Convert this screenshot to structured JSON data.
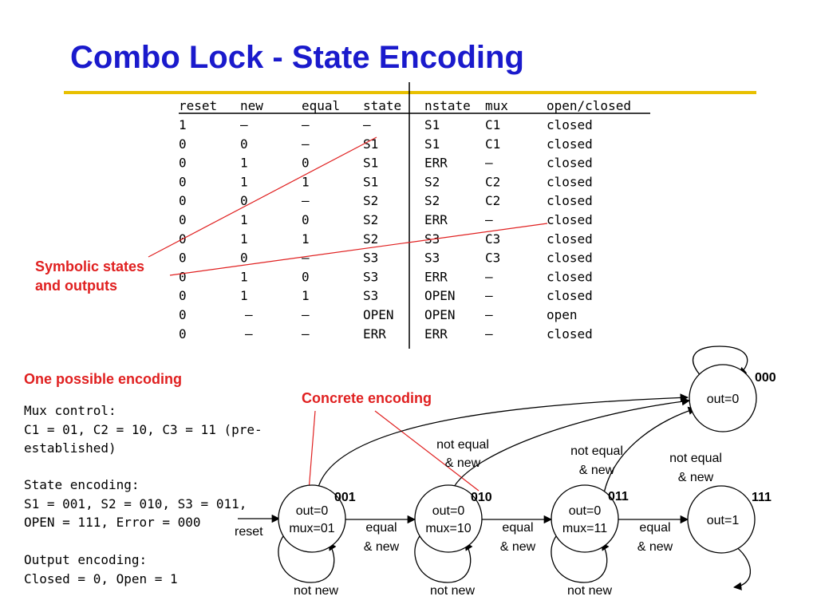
{
  "slide": {
    "title": "Combo Lock -  State Encoding"
  },
  "table": {
    "headers": [
      "reset",
      "new",
      "equal",
      "state",
      "nstate",
      "mux",
      "open/closed"
    ],
    "rows": [
      [
        "1",
        "–",
        "–",
        "–",
        "S1",
        "C1",
        "closed"
      ],
      [
        "0",
        "0",
        "–",
        "S1",
        "S1",
        "C1",
        "closed"
      ],
      [
        "0",
        "1",
        "0",
        "S1",
        "ERR",
        "–",
        "closed"
      ],
      [
        "0",
        "1",
        "1",
        "S1",
        "S2",
        "C2",
        "closed"
      ],
      [
        "0",
        "0",
        "–",
        "S2",
        "S2",
        "C2",
        "closed"
      ],
      [
        "0",
        "1",
        "0",
        "S2",
        "ERR",
        "–",
        "closed"
      ],
      [
        "0",
        "1",
        "1",
        "S2",
        "S3",
        "C3",
        "closed"
      ],
      [
        "0",
        "0",
        "–",
        "S3",
        "S3",
        "C3",
        "closed"
      ],
      [
        "0",
        "1",
        "0",
        "S3",
        "ERR",
        "–",
        "closed"
      ],
      [
        "0",
        "1",
        "1",
        "S3",
        "OPEN",
        "–",
        "closed"
      ],
      [
        "0",
        "–",
        "–",
        "OPEN",
        "OPEN",
        "–",
        "open"
      ],
      [
        "0",
        "–",
        "–",
        "ERR",
        "ERR",
        "–",
        "closed"
      ]
    ]
  },
  "annotations": {
    "symbolic_line1": "Symbolic states",
    "symbolic_line2": "and outputs",
    "concrete": "Concrete encoding"
  },
  "notes": {
    "heading": "One possible encoding",
    "lines": [
      "Mux control:",
      "C1 = 01, C2 = 10, C3 = 11 (pre-",
      "established)",
      "",
      "State encoding:",
      "S1 = 001, S2 = 010, S3 = 011,",
      "OPEN = 111, Error = 000",
      "",
      "Output encoding:",
      "Closed = 0, Open = 1"
    ]
  },
  "diagram": {
    "states": [
      {
        "code": "001",
        "out": "out=0",
        "mux": "mux=01"
      },
      {
        "code": "010",
        "out": "out=0",
        "mux": "mux=10"
      },
      {
        "code": "011",
        "out": "out=0",
        "mux": "mux=11"
      },
      {
        "code": "111",
        "out": "out=1",
        "mux": ""
      },
      {
        "code": "000",
        "out": "out=0",
        "mux": ""
      }
    ],
    "reset_label": "reset",
    "equal_new_line1": "equal",
    "equal_new_line2": "& new",
    "not_new": "not new",
    "not_equal_line1": "not equal",
    "not_equal_line2": "& new"
  },
  "colors": {
    "title": "#1a1acc",
    "accent_rule": "#e8c000",
    "annotation": "#e02020"
  }
}
